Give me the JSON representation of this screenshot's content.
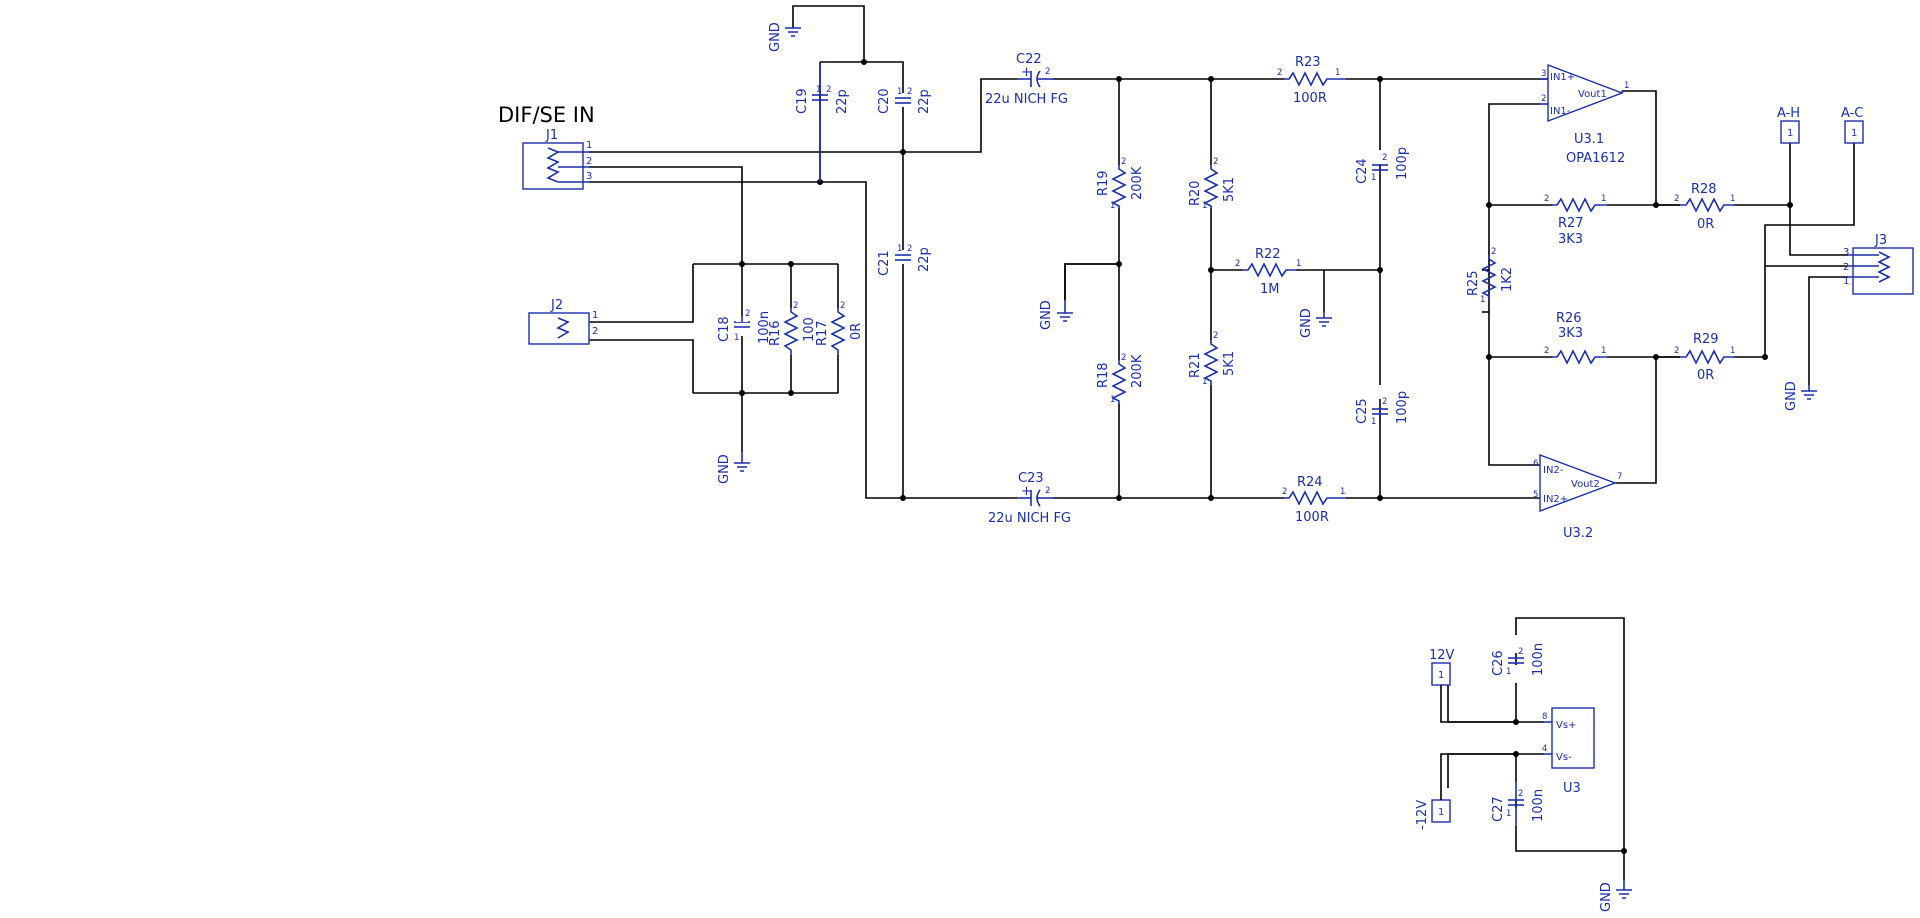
{
  "title": "DIF/SE IN",
  "gnd": "GND",
  "connectors": {
    "j1": {
      "ref": "J1",
      "pins": [
        "1",
        "2",
        "3"
      ]
    },
    "j2": {
      "ref": "J2",
      "pins": [
        "1",
        "2"
      ]
    },
    "j3": {
      "ref": "J3",
      "pins": [
        "3",
        "2",
        "1"
      ]
    },
    "ah": {
      "ref": "A-H",
      "pin": "1"
    },
    "ac": {
      "ref": "A-C",
      "pin": "1"
    },
    "v12": {
      "ref": "12V",
      "pin": "1"
    },
    "vm12": {
      "ref": "-12V",
      "pin": "1"
    }
  },
  "caps": {
    "c18": {
      "ref": "C18",
      "value": "100n"
    },
    "c19": {
      "ref": "C19",
      "value": "22p"
    },
    "c20": {
      "ref": "C20",
      "value": "22p"
    },
    "c21": {
      "ref": "C21",
      "value": "22p"
    },
    "c22": {
      "ref": "C22",
      "value": "22u NICH FG"
    },
    "c23": {
      "ref": "C23",
      "value": "22u NICH FG"
    },
    "c24": {
      "ref": "C24",
      "value": "100p"
    },
    "c25": {
      "ref": "C25",
      "value": "100p"
    },
    "c26": {
      "ref": "C26",
      "value": "100n"
    },
    "c27": {
      "ref": "C27",
      "value": "100n"
    }
  },
  "resistors": {
    "r16": {
      "ref": "R16",
      "value": "100"
    },
    "r17": {
      "ref": "R17",
      "value": "0R"
    },
    "r18": {
      "ref": "R18",
      "value": "200K"
    },
    "r19": {
      "ref": "R19",
      "value": "200K"
    },
    "r20": {
      "ref": "R20",
      "value": "5K1"
    },
    "r21": {
      "ref": "R21",
      "value": "5K1"
    },
    "r22": {
      "ref": "R22",
      "value": "1M"
    },
    "r23": {
      "ref": "R23",
      "value": "100R"
    },
    "r24": {
      "ref": "R24",
      "value": "100R"
    },
    "r25": {
      "ref": "R25",
      "value": "1K2"
    },
    "r26": {
      "ref": "R26",
      "value": "3K3"
    },
    "r27": {
      "ref": "R27",
      "value": "3K3"
    },
    "r28": {
      "ref": "R28",
      "value": "0R"
    },
    "r29": {
      "ref": "R29",
      "value": "0R"
    }
  },
  "opamps": {
    "u31": {
      "ref": "U3.1",
      "part": "OPA1612",
      "in_plus": "IN1+",
      "in_minus": "IN1-",
      "out": "Vout1",
      "pin_plus": "3",
      "pin_minus": "2",
      "pin_out": "1"
    },
    "u32": {
      "ref": "U3.2",
      "in_plus": "IN2+",
      "in_minus": "IN2-",
      "out": "Vout2",
      "pin_plus": "5",
      "pin_minus": "6",
      "pin_out": "7"
    },
    "u3": {
      "ref": "U3",
      "vs_plus": "Vs+",
      "vs_minus": "Vs-",
      "pin_plus": "8",
      "pin_minus": "4"
    }
  },
  "pin_numbers": {
    "one": "1",
    "two": "2"
  },
  "colors": {
    "component": "#1c2fa8",
    "wire": "#000000",
    "background": "#ffffff"
  }
}
